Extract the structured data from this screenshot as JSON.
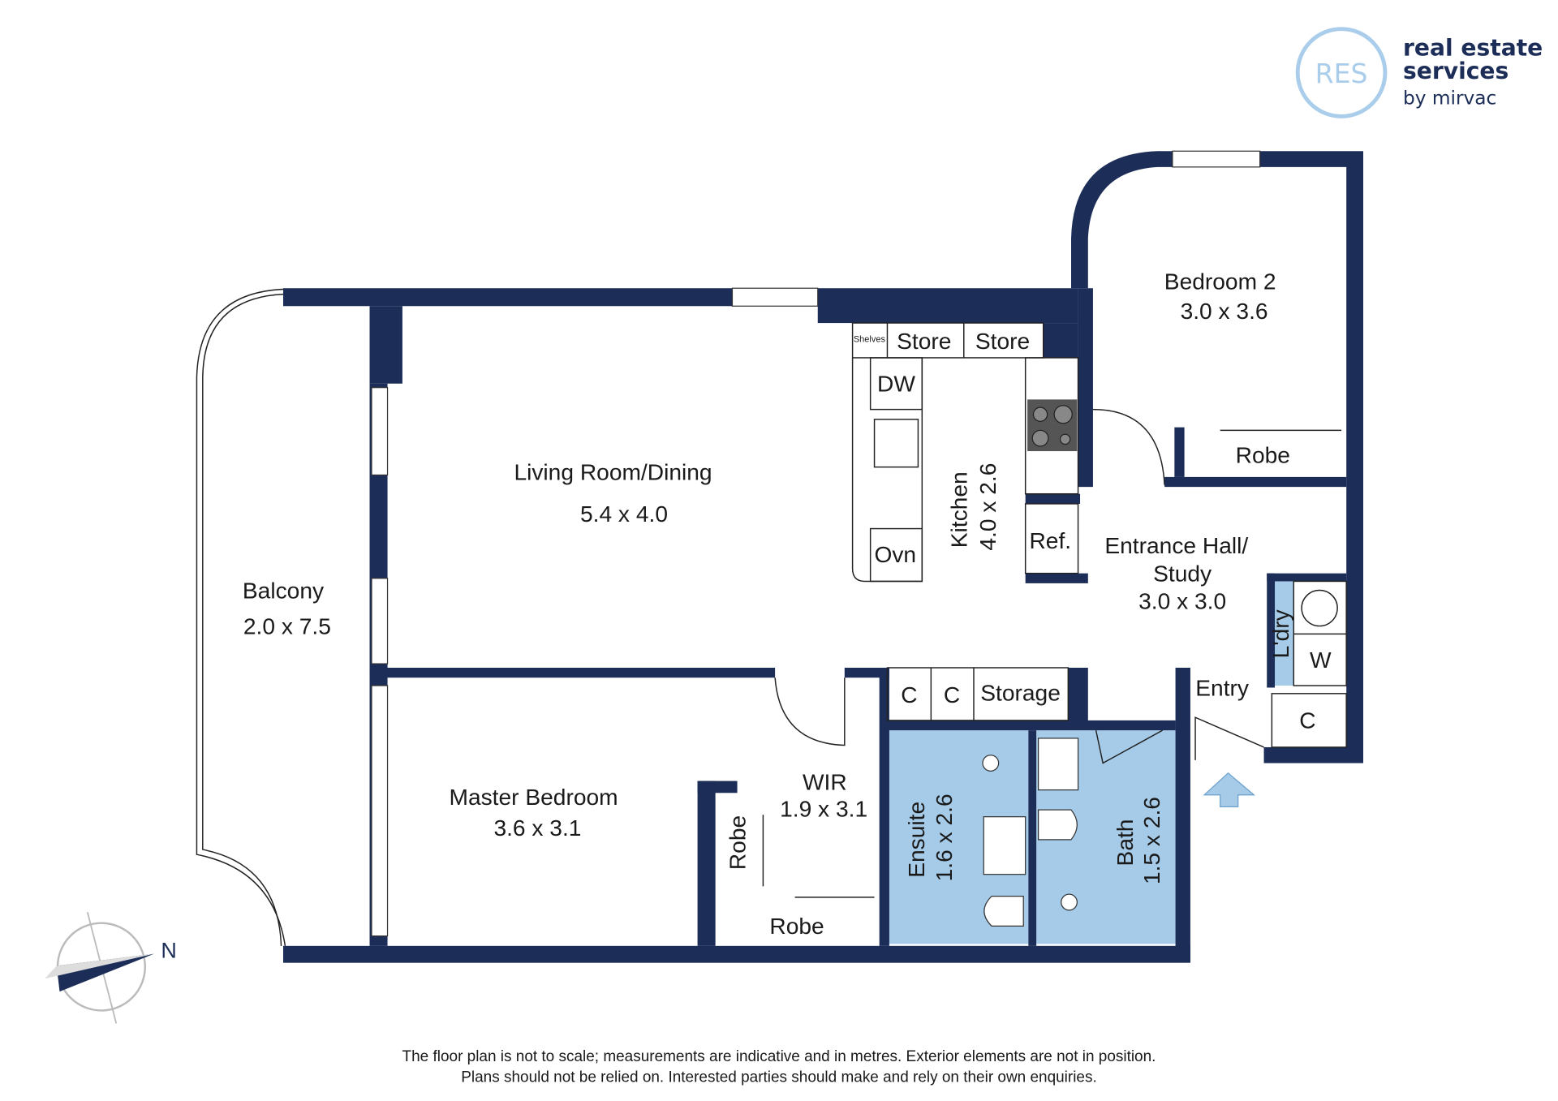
{
  "brand": {
    "monogram": "RES",
    "name_line1": "real estate",
    "name_line2": "services",
    "name_line3": "by mirvac",
    "accent_color": "#a9cdea",
    "text_color": "#1c2d58"
  },
  "colors": {
    "wall": "#1c2d58",
    "wet_area": "#a6cbe8"
  },
  "rooms": {
    "living": {
      "name": "Living Room/Dining",
      "size": "5.4 x 4.0"
    },
    "balcony": {
      "name": "Balcony",
      "size": "2.0 x 7.5"
    },
    "bedroom2": {
      "name": "Bedroom 2",
      "size": "3.0 x 3.6"
    },
    "kitchen": {
      "name": "Kitchen",
      "size": "4.0 x 2.6"
    },
    "entrance": {
      "name_line1": "Entrance Hall/",
      "name_line2": "Study",
      "size": "3.0 x 3.0"
    },
    "master": {
      "name": "Master Bedroom",
      "size": "3.6 x 3.1"
    },
    "wir": {
      "name": "WIR",
      "size": "1.9 x 3.1"
    },
    "ensuite": {
      "name": "Ensuite",
      "size": "1.6 x 2.6"
    },
    "bath": {
      "name": "Bath",
      "size": "1.5 x 2.6"
    }
  },
  "fixtures": {
    "shelves": "Shelves",
    "store1": "Store",
    "store2": "Store",
    "dw": "DW",
    "ovn": "Ovn",
    "ref": "Ref.",
    "robe_bed2": "Robe",
    "robe_wir_side": "Robe",
    "robe_wir_bottom": "Robe",
    "c1": "C",
    "c2": "C",
    "storage": "Storage",
    "laundry": "L'dry",
    "washer": "W",
    "c_entry": "C",
    "entry": "Entry"
  },
  "compass": {
    "label": "N"
  },
  "disclaimer": {
    "line1": "The floor plan is not to scale; measurements are indicative and in metres. Exterior elements are not in position.",
    "line2": "Plans should not be relied on. Interested parties should make and rely on their own enquiries."
  }
}
